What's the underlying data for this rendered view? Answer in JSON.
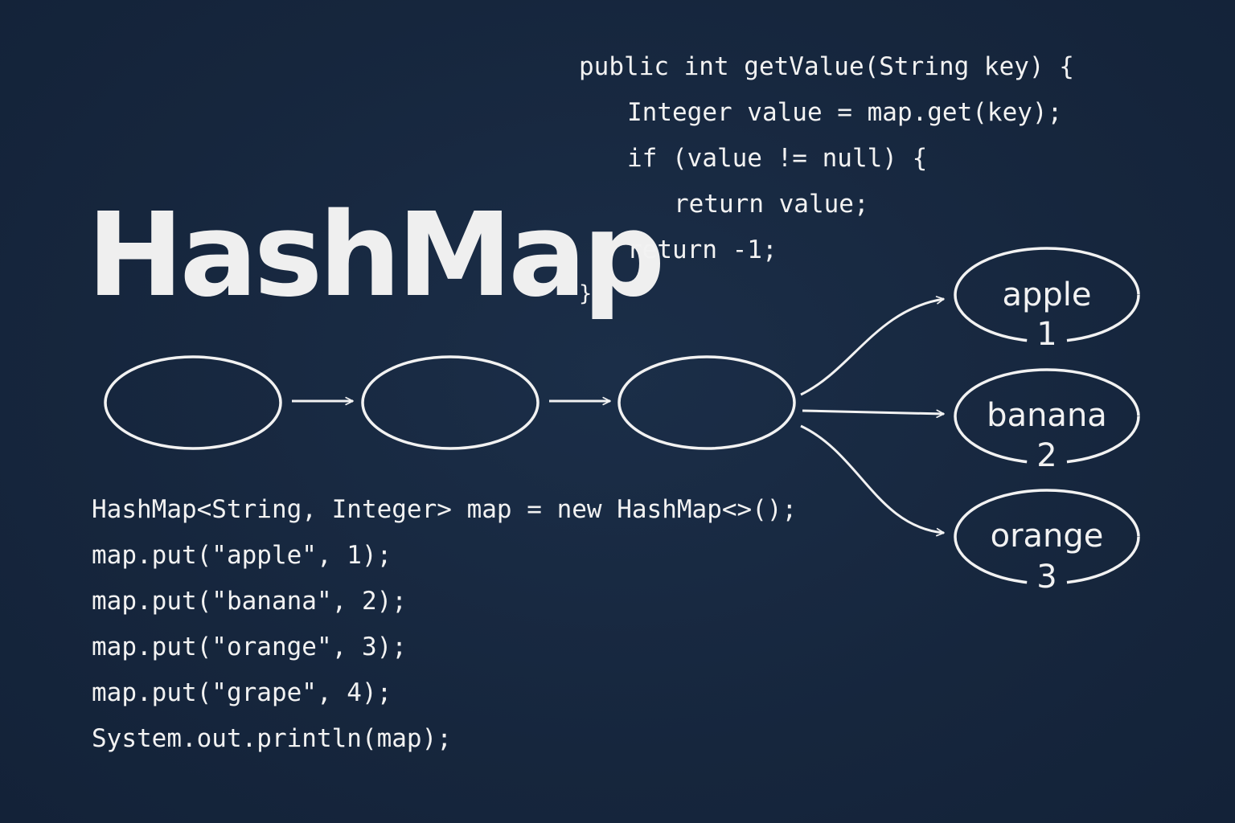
{
  "title": "HashMap",
  "method_code": [
    "public int getValue(String key) {",
    "Integer value = map.get(key);",
    "if (value != null) {",
    "return value;",
    "return -1;",
    "}"
  ],
  "usage_code": [
    "HashMap<String, Integer> map = new HashMap<>();",
    "map.put(\"apple\", 1);",
    "map.put(\"banana\", 2);",
    "map.put(\"orange\", 3);",
    "map.put(\"grape\", 4);",
    "System.out.println(map);"
  ],
  "entries": [
    {
      "key": "apple",
      "value": "1"
    },
    {
      "key": "banana",
      "value": "2"
    },
    {
      "key": "orange",
      "value": "3"
    }
  ],
  "colors": {
    "background": "#17283f",
    "foreground": "#f2f2f2"
  }
}
